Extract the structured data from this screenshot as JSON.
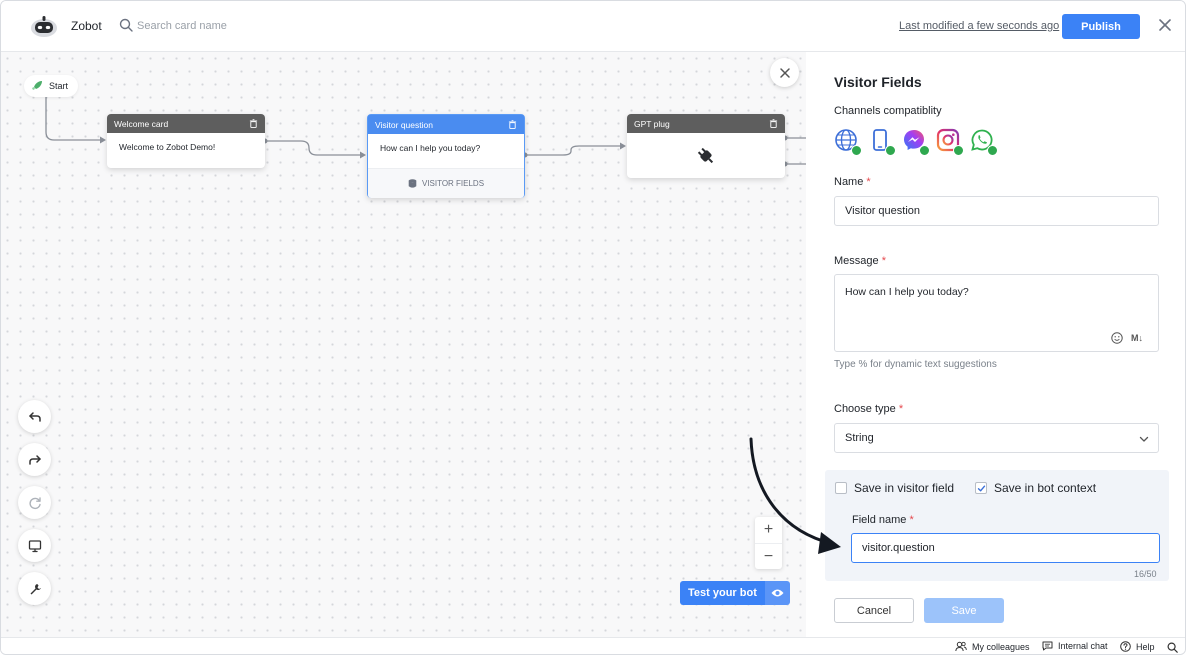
{
  "header": {
    "brand": "Zobot",
    "search_placeholder": "Search card name",
    "last_modified": "Last modified a few seconds ago",
    "publish_label": "Publish"
  },
  "canvas": {
    "start_label": "Start",
    "nodes": [
      {
        "title": "Welcome card",
        "body": "Welcome to Zobot Demo!"
      },
      {
        "title": "Visitor question",
        "body": "How can I help you today?",
        "footer": "VISITOR FIELDS"
      },
      {
        "title": "GPT plug",
        "body": ""
      }
    ],
    "test_bot_label": "Test your bot",
    "zoom_in": "+",
    "zoom_out": "−"
  },
  "panel": {
    "title": "Visitor Fields",
    "channels_label": "Channels compatiblity",
    "channels": [
      "globe-icon",
      "mobile-icon",
      "messenger-icon",
      "instagram-icon",
      "whatsapp-icon"
    ],
    "name_label": "Name",
    "name_value": "Visitor question",
    "message_label": "Message",
    "message_value": "How can I help you today?",
    "message_hint": "Type % for dynamic text suggestions",
    "type_label": "Choose type",
    "type_value": "String",
    "save_visitor_field": "Save in visitor field",
    "save_bot_context": "Save in bot context",
    "field_name_label": "Field name",
    "field_name_value": "visitor.question",
    "field_counter": "16/50",
    "cancel_label": "Cancel",
    "save_label": "Save",
    "markdown_label": "M↓",
    "required_mark": "*"
  },
  "footer": {
    "colleagues": "My colleagues",
    "internal_chat": "Internal chat",
    "help": "Help"
  },
  "colors": {
    "accent": "#3b82f6",
    "node_header": "#5e5e5e",
    "check_green": "#2fa84f"
  }
}
